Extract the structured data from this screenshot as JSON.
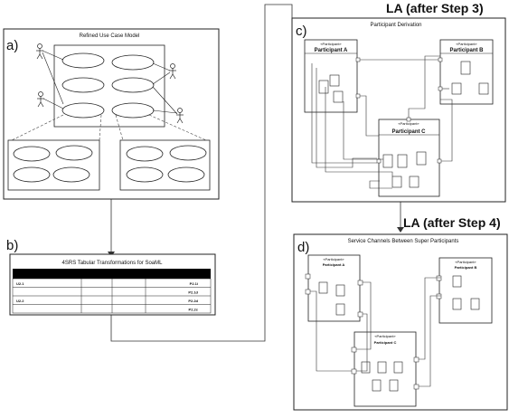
{
  "panels": {
    "a": {
      "label": "a)",
      "title": "Refined Use Case Model"
    },
    "b": {
      "label": "b)",
      "title": "4SRS Tabular Transformations for SoaML"
    },
    "c": {
      "label": "c)",
      "title": "Participant Derivation"
    },
    "d": {
      "label": "d)",
      "title": "Service Channels Between Super Participants"
    }
  },
  "headings": {
    "la_step3": "LA (after Step 3)",
    "la_step4": "LA (after Step 4)"
  },
  "table": {
    "rows": [
      {
        "left": "U2.1",
        "right": "P2.1i"
      },
      {
        "left": "",
        "right": "P2.1d"
      },
      {
        "left": "U2.2",
        "right": "P2.2d"
      },
      {
        "left": "",
        "right": "P2.2c"
      }
    ]
  },
  "participants_c": [
    {
      "stereotype": "«Participant»",
      "name": "Participant A"
    },
    {
      "stereotype": "«Participant»",
      "name": "Participant B"
    },
    {
      "stereotype": "«Participant»",
      "name": "Participant C"
    }
  ],
  "participants_d": [
    {
      "stereotype": "«Participant»",
      "name": "Participant A"
    },
    {
      "stereotype": "«Participant»",
      "name": "Participant B"
    },
    {
      "stereotype": "«Participant»",
      "name": "Participant C"
    }
  ]
}
